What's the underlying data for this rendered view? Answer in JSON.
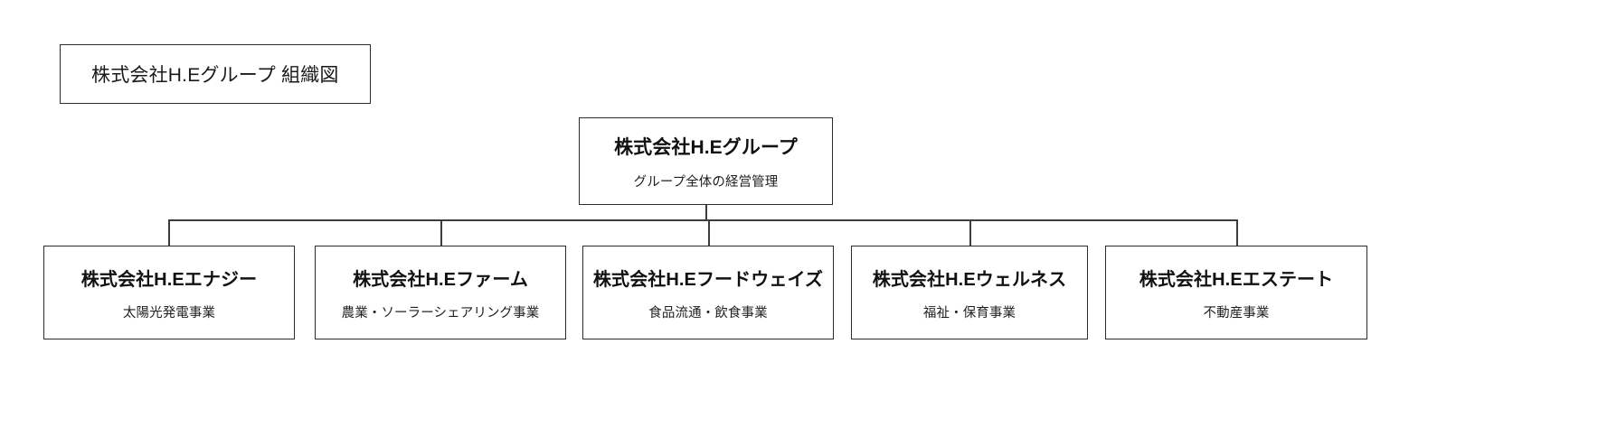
{
  "diagram": {
    "title_box": {
      "label": "株式会社H.Eグループ 組織図"
    },
    "root": {
      "title": "株式会社H.Eグループ",
      "subtitle": "グループ全体の経営管理"
    },
    "children": [
      {
        "title": "株式会社H.Eエナジー",
        "subtitle": "太陽光発電事業"
      },
      {
        "title": "株式会社H.Eファーム",
        "subtitle": "農業・ソーラーシェアリング事業"
      },
      {
        "title": "株式会社H.Eフードウェイズ",
        "subtitle": "食品流通・飲食事業"
      },
      {
        "title": "株式会社H.Eウェルネス",
        "subtitle": "福祉・保育事業"
      },
      {
        "title": "株式会社H.Eエステート",
        "subtitle": "不動産事業"
      }
    ],
    "colors": {
      "background": "#ffffff",
      "border": "#2b2b2b",
      "connector": "#3d3d3d",
      "text": "#1a1a1a"
    }
  }
}
